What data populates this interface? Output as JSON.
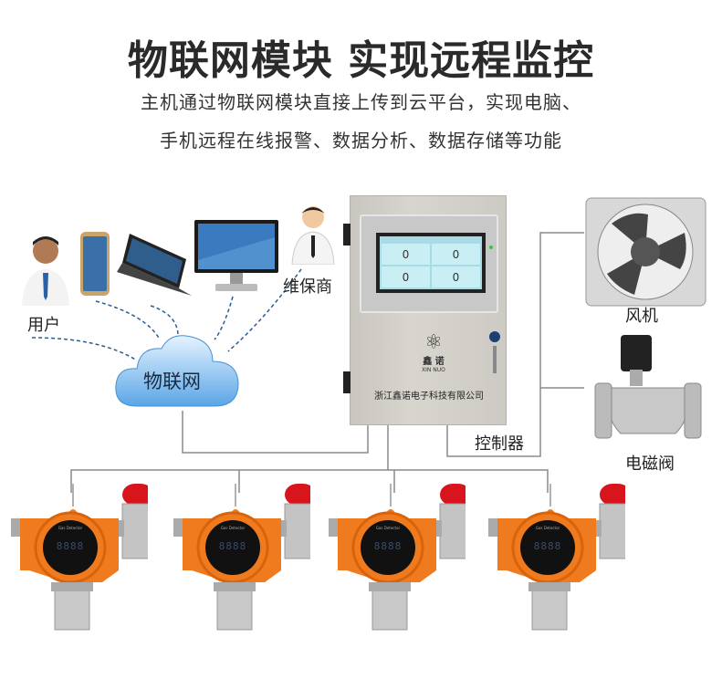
{
  "title": "物联网模块 实现远程监控",
  "subtitle_lines": [
    "主机通过物联网模块直接上传到云平台，实现电脑、",
    "手机远程在线报警、数据分析、数据存储等功能"
  ],
  "labels": {
    "user": "用户",
    "maintainer": "维保商",
    "cloud": "物联网",
    "controller": "控制器",
    "fan": "风机",
    "valve": "电磁阀"
  },
  "controller": {
    "company": "浙江鑫诺电子科技有限公司",
    "logo_text": "鑫 诺",
    "logo_pinyin": "XIN  NUO",
    "screen_values": [
      "0",
      "0",
      "0",
      "0"
    ]
  },
  "detectors": [
    {
      "display": "8888",
      "brand": "Gas Detector"
    },
    {
      "display": "8888",
      "brand": "Gas Detector"
    },
    {
      "display": "8888",
      "brand": "Gas Detector"
    },
    {
      "display": "8888",
      "brand": "Gas Detector"
    }
  ],
  "colors": {
    "detector": "#f07a1e",
    "alarm": "#d8141c",
    "line": "#888888",
    "cloud": "#5aa6e6"
  }
}
